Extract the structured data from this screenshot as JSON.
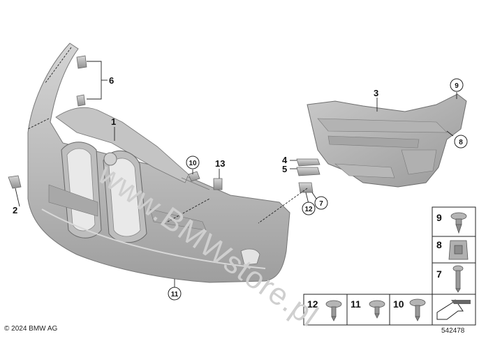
{
  "watermark": "www.BMWstore.pl",
  "copyright": "© 2024 BMW AG",
  "diagram_number": "542478",
  "callouts": {
    "c1": "1",
    "c2": "2",
    "c3": "3",
    "c4": "4",
    "c5": "5",
    "c6": "6",
    "c7": "7",
    "c8": "8",
    "c9": "9",
    "c10": "10",
    "c11": "11",
    "c12": "12",
    "c13": "13"
  },
  "key": {
    "k9": "9",
    "k8": "8",
    "k7": "7",
    "k12": "12",
    "k11": "11",
    "k10": "10"
  }
}
